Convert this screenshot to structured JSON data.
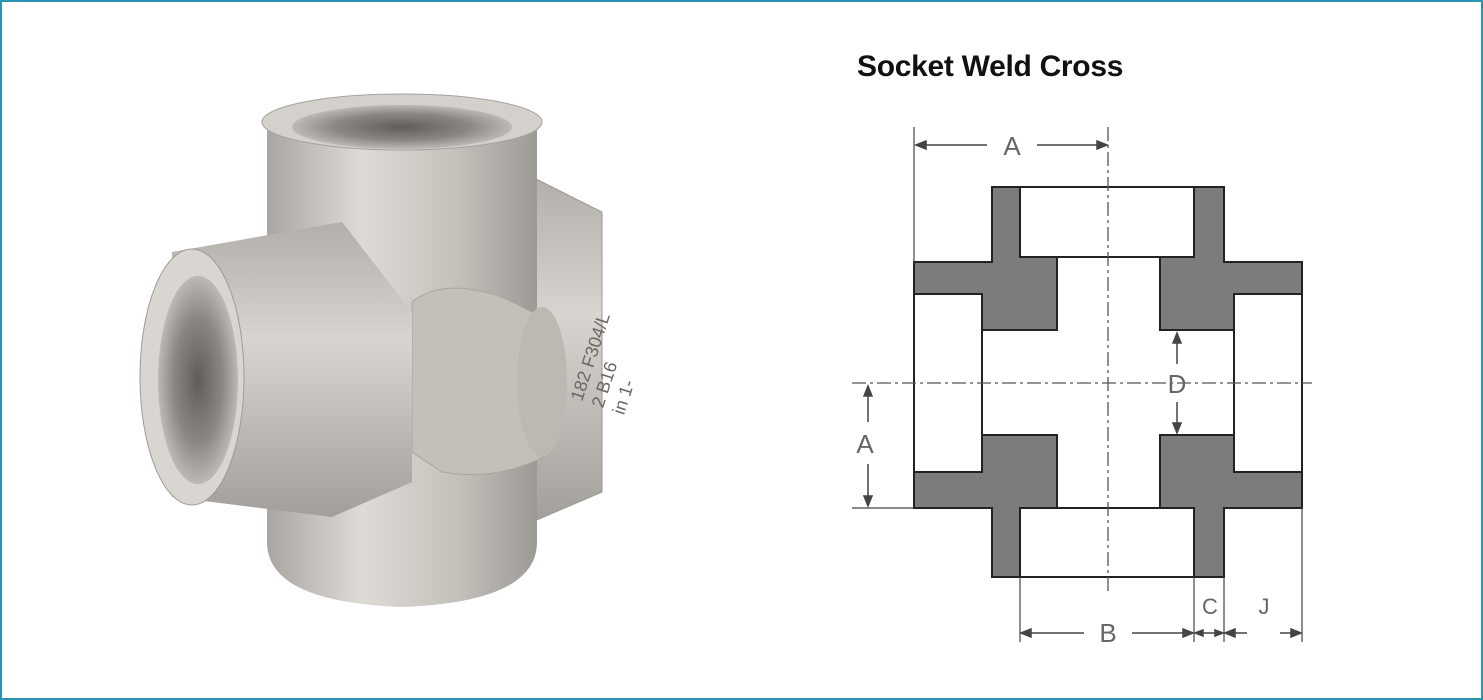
{
  "title": "Socket Weld Cross",
  "product_markings": {
    "line1": "182 F304/L",
    "line2": "2 B16",
    "line3": "in 1-"
  },
  "dimension_labels": {
    "a_top": "A",
    "a_left": "A",
    "b": "B",
    "c": "C",
    "d": "D",
    "j": "J"
  },
  "colors": {
    "border": "#2a93b0",
    "section_fill": "#7c7c7c",
    "photo_metal": "#c9c6c1"
  }
}
